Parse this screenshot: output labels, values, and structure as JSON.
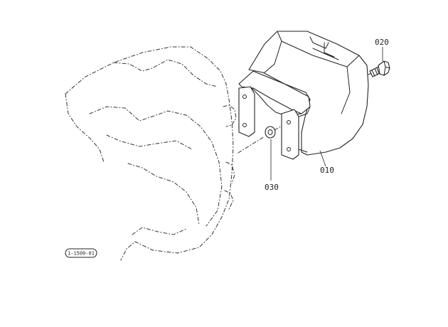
{
  "diagram": {
    "parts": [
      {
        "id": "part-010",
        "callout": "010"
      },
      {
        "id": "part-020",
        "callout": "020"
      },
      {
        "id": "part-030",
        "callout": "030"
      }
    ],
    "reference_code": "1-1500-01"
  }
}
